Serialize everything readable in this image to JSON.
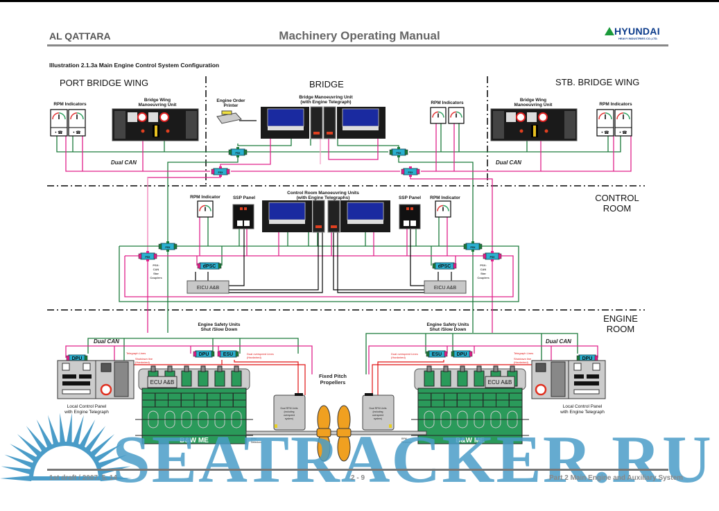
{
  "header": {
    "left": "AL QATTARA",
    "center": "Machinery Operating Manual",
    "logo_name": "HYUNDAI",
    "logo_sub": "HEAVY INDUSTRIES CO.,LTD.",
    "colors": {
      "logo_triangle": "#1a9a3a",
      "logo_text": "#0a3a8a"
    }
  },
  "caption": "Illustration 2.1.3a Main Engine Control System Configuration",
  "diagram": {
    "zones": {
      "port_wing": "PORT BRIDGE WING",
      "bridge": "BRIDGE",
      "stb_wing": "STB. BRIDGE WING",
      "control_room": [
        "CONTROL",
        "ROOM"
      ],
      "engine_room": [
        "ENGINE",
        "ROOM"
      ]
    },
    "labels": {
      "rpm_indicators": "RPM Indicators",
      "rpm_indicator": "RPM Indicator",
      "bridge_wing_unit": [
        "Bridge Wing",
        "Manoeuvring Unit"
      ],
      "engine_order_printer": [
        "Engine Order",
        "Printer"
      ],
      "bridge_unit": [
        "Bridge Manoeuvring Unit",
        "(with Engine Telegraph)"
      ],
      "control_room_units": [
        "Control Room Manoeuvring Units",
        "(with Engine Telegraphs)"
      ],
      "ssp_panel": "SSP Panel",
      "dual_can": "Dual CAN",
      "psx": "PSX",
      "psx_note": [
        "PSX:",
        "CAN",
        "Star",
        "Couplers"
      ],
      "dpsc": "dPSC",
      "eicu": "EICU A&B",
      "engine_safety": [
        "Engine Safety Units",
        "Shut /Slow Down"
      ],
      "dpu": "DPU",
      "esu": "ESU",
      "ecu": "ECU A&B",
      "telegraph_lines": "Telegraph Lines",
      "shutdown_line": [
        "Shutdown line",
        "(Hardwired)"
      ],
      "overspeed_lines": [
        "Dual overspeed Lines",
        "(Hardwired)"
      ],
      "fixed_pitch": [
        "Fixed Pitch",
        "Propellers"
      ],
      "dual_rpm_units": [
        "Dual RPM Units",
        "(including",
        "overspeed",
        "system)"
      ],
      "rpm_detectors": [
        "RPM",
        "Detectors"
      ],
      "engine": "B&W  ME",
      "local_panel": [
        "Local Control Panel",
        "with Engine Telegraph"
      ]
    },
    "colors": {
      "can_a": "#1a7a3a",
      "can_b": "#e0208a",
      "hardwired": "#e01010",
      "coupler": "#2ab0d0",
      "engine": "#2a9a5a",
      "propeller": "#f0a020"
    }
  },
  "footer": {
    "left": "1st draft / 2007. 5. 14",
    "center": "2 - 9",
    "right": "Part 2 Main Engine and Auxiliary System"
  },
  "watermark": {
    "text": "SEATRACKER.RU",
    "color": "#4a9cc8"
  }
}
